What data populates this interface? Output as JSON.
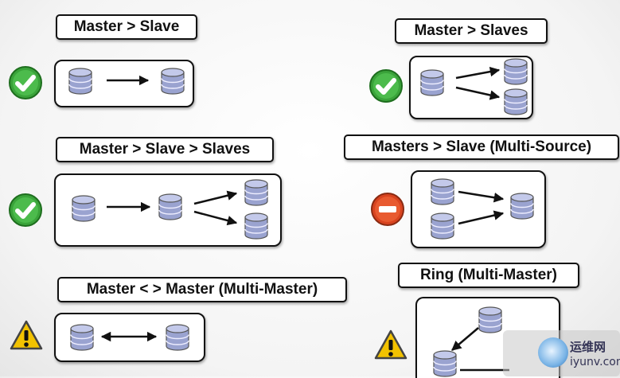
{
  "topologies": [
    {
      "title": "Master > Slave",
      "status": "supported"
    },
    {
      "title": "Master > Slaves",
      "status": "supported"
    },
    {
      "title": "Master > Slave > Slaves",
      "status": "supported"
    },
    {
      "title": "Masters > Slave (Multi-Source)",
      "status": "not-supported"
    },
    {
      "title": "Master < > Master (Multi-Master)",
      "status": "warning"
    },
    {
      "title": "Ring (Multi-Master)",
      "status": "warning"
    }
  ],
  "icons": {
    "supported": "checkmark-icon",
    "not-supported": "no-entry-icon",
    "warning": "warning-icon",
    "server": "database-icon"
  },
  "colors": {
    "check": "#3aa33a",
    "stop": "#d8431f",
    "warning": "#f2c200",
    "database": "#9aa3d0"
  },
  "watermark": {
    "line1": "运维网",
    "line2": "iyunv.com"
  }
}
